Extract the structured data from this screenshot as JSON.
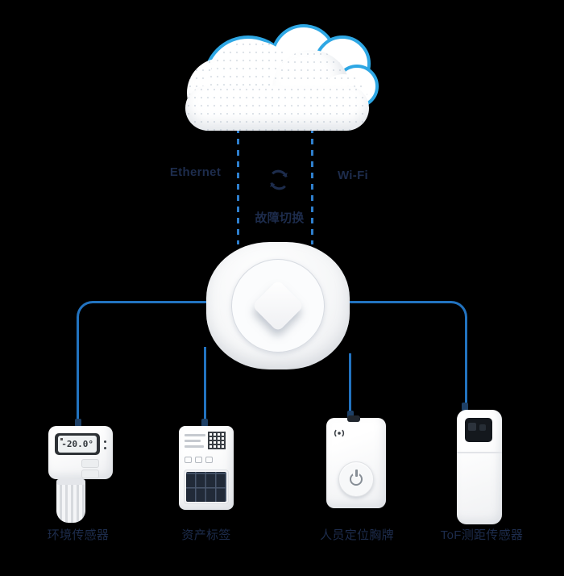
{
  "scene": {
    "background": "#000000",
    "colors": {
      "link_line": "#2273c0",
      "link_dash": "#2e7fcd",
      "cloud_outline": "#2ea7e4",
      "label_text": "#1d2c4c"
    },
    "cloud": {
      "name": "cloud"
    },
    "links": {
      "ethernet_label": "Ethernet",
      "wifi_label": "Wi-Fi",
      "failover_label": "故障切换"
    },
    "gateway": {
      "name": "lorawan-gateway"
    },
    "icons": {
      "failover": "sync-arrows-icon",
      "badge_signal": "signal-icon",
      "power": "power-icon"
    },
    "devices": [
      {
        "id": "environment-sensor",
        "label": "环境传感器",
        "lcd_value": "-20.0°"
      },
      {
        "id": "asset-tag",
        "label": "资产标签"
      },
      {
        "id": "personnel-badge",
        "label": "人员定位胸牌"
      },
      {
        "id": "tof-distance-sensor",
        "label": "ToF测距传感器"
      }
    ]
  }
}
